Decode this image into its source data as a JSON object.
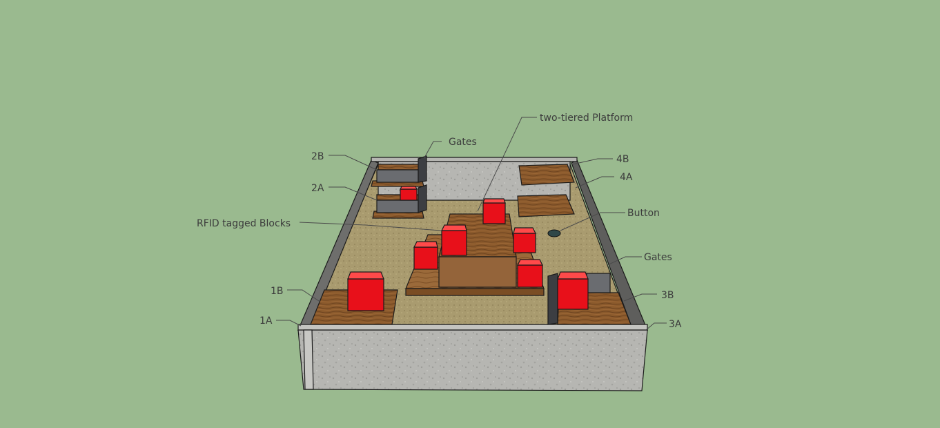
{
  "labels": {
    "two_tiered_platform": "two-tiered Platform",
    "gates_top": "Gates",
    "gates_right": "Gates",
    "rfid_blocks": "RFID tagged Blocks",
    "button": "Button",
    "b2b": "2B",
    "b2a": "2A",
    "b4b": "4B",
    "b4a": "4A",
    "b1b": "1B",
    "b1a": "1A",
    "b3b": "3B",
    "b3a": "3A"
  },
  "colors": {
    "background": "#9aba8f",
    "wall": "#b4b4b0",
    "wall_dark": "#7c7c7a",
    "floor": "#a89a6e",
    "wood": "#8a5a2e",
    "block": "#e8101a",
    "gate": "#5a5c60"
  }
}
